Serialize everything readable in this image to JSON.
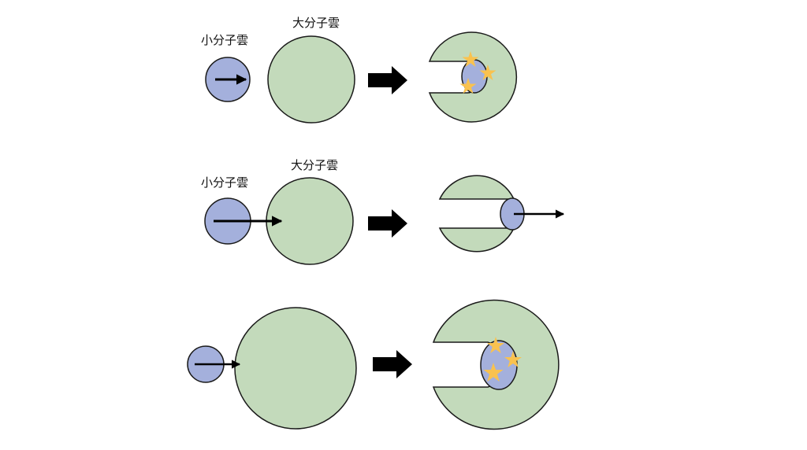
{
  "labels": {
    "small_cloud": "小分子雲",
    "large_cloud": "大分子雲"
  },
  "colors": {
    "small_cloud_fill": "#a4b0dc",
    "large_cloud_fill": "#c3dabb",
    "outline": "#1a1a1a",
    "arrow": "#000000",
    "star": "#f9c24f"
  },
  "rows": [
    {
      "name": "row-1",
      "outcome": "small cloud trapped inside large cloud, triggering star formation",
      "stars": 3
    },
    {
      "name": "row-2",
      "outcome": "small cloud passes through large cloud",
      "stars": 0
    },
    {
      "name": "row-3",
      "outcome": "small cloud trapped inside large cloud, triggering star formation",
      "stars": 3
    }
  ]
}
